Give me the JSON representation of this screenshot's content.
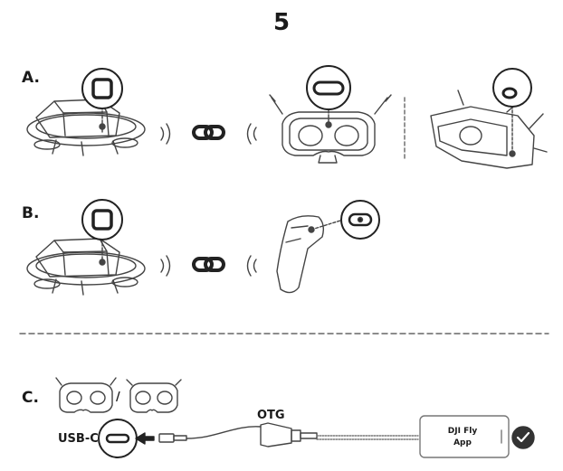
{
  "step_number": "5",
  "sections": {
    "a": {
      "label": "A."
    },
    "b": {
      "label": "B."
    },
    "c": {
      "label": "C.",
      "separator": "/"
    }
  },
  "connection": {
    "usb_c_label": "USB-C",
    "otg_label": "OTG",
    "app_line1": "DJI Fly",
    "app_line2": "App"
  },
  "icons": {
    "link": "chain-link-icon",
    "signal": "signal-wave-icon",
    "success": "check-circle-icon",
    "arrow": "arrow-left-icon"
  },
  "colors": {
    "ink": "#1a1a1a",
    "line": "#444444",
    "check_bg": "#333333"
  }
}
